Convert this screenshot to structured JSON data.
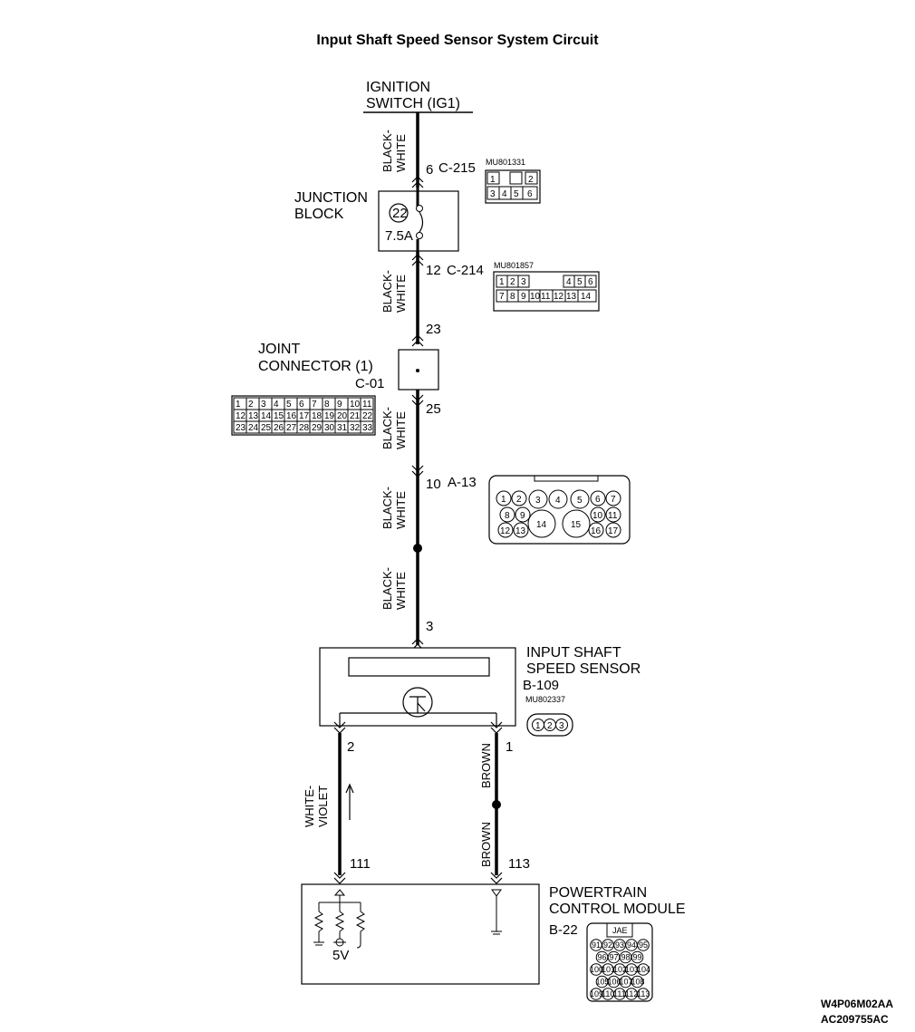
{
  "title": "Input Shaft Speed Sensor System Circuit",
  "ignition": {
    "line1": "IGNITION",
    "line2": "SWITCH (IG1)"
  },
  "wire_colors": {
    "black": "BLACK-",
    "white": "WHITE",
    "white_v": "WHITE-",
    "violet": "VIOLET",
    "brown": "BROWN"
  },
  "connectors": {
    "c215": {
      "pin": "6",
      "name": "C-215",
      "part": "MU801331",
      "pins_top": [
        "1",
        "",
        "2"
      ],
      "pins_bottom": [
        "3",
        "4",
        "5",
        "6"
      ]
    },
    "c214": {
      "pin": "12",
      "name": "C-214",
      "part": "MU801857",
      "pins_top": [
        "1",
        "2",
        "3",
        "4",
        "5",
        "6"
      ],
      "pins_bottom": [
        "7",
        "8",
        "9",
        "10",
        "11",
        "12",
        "13",
        "14"
      ]
    },
    "c01": {
      "pin_in": "23",
      "pin_out": "25",
      "name": "C-01",
      "pins_row1": [
        "1",
        "2",
        "3",
        "4",
        "5",
        "6",
        "7",
        "8",
        "9",
        "10",
        "11"
      ],
      "pins_row2": [
        "12",
        "13",
        "14",
        "15",
        "16",
        "17",
        "18",
        "19",
        "20",
        "21",
        "22"
      ],
      "pins_row3": [
        "23",
        "24",
        "25",
        "26",
        "27",
        "28",
        "29",
        "30",
        "31",
        "32",
        "33"
      ]
    },
    "a13": {
      "pin": "10",
      "name": "A-13",
      "pins": [
        "1",
        "2",
        "3",
        "4",
        "5",
        "6",
        "7",
        "8",
        "9",
        "10",
        "11",
        "12",
        "13",
        "14",
        "15",
        "16",
        "17"
      ]
    },
    "b109": {
      "pin_top": "3",
      "pin_left": "2",
      "pin_right": "1",
      "name": "B-109",
      "part": "MU802337",
      "pins": [
        "1",
        "2",
        "3"
      ]
    },
    "b22": {
      "pin_left": "111",
      "pin_right": "113",
      "name": "B-22",
      "maker": "JAE",
      "pins_row1": [
        "91",
        "92",
        "93",
        "94",
        "95"
      ],
      "pins_row2": [
        "96",
        "97",
        "98",
        "99"
      ],
      "pins_row3": [
        "100",
        "101",
        "102",
        "103",
        "104"
      ],
      "pins_row4": [
        "105",
        "106",
        "107",
        "108"
      ],
      "pins_row5": [
        "109",
        "110",
        "111",
        "112",
        "113"
      ]
    }
  },
  "junction_block": {
    "line1": "JUNCTION",
    "line2": "BLOCK",
    "fuse_no": "22",
    "fuse_rating": "7.5A"
  },
  "joint_connector": {
    "line1": "JOINT",
    "line2": "CONNECTOR (1)"
  },
  "sensor": {
    "line1": "INPUT SHAFT",
    "line2": "SPEED SENSOR"
  },
  "pcm": {
    "line1": "POWERTRAIN",
    "line2": "CONTROL MODULE",
    "voltage": "5V"
  },
  "codes": {
    "line1": "W4P06M02AA",
    "line2": "AC209755AC"
  }
}
